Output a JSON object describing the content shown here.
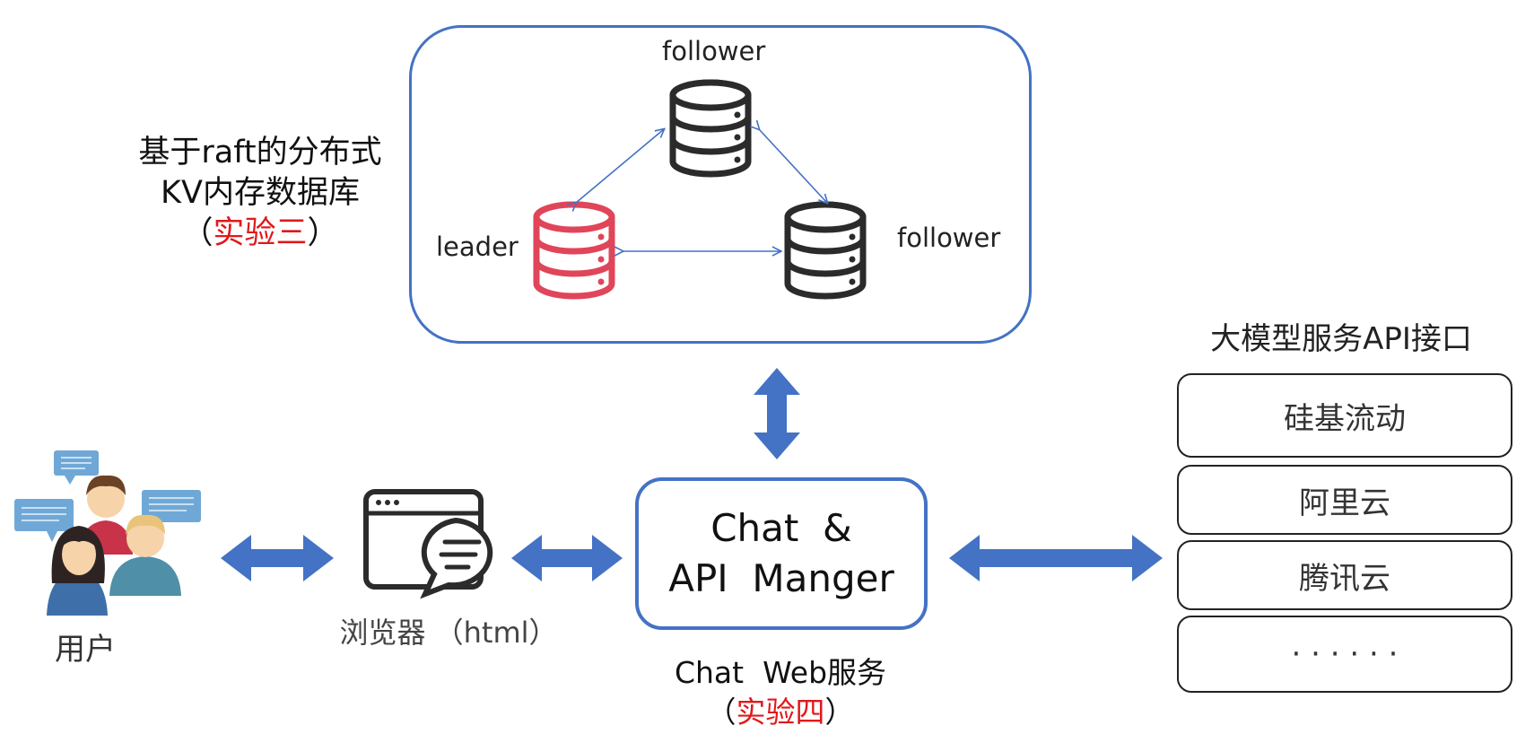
{
  "raft": {
    "title_line1": "基于raft的分布式",
    "title_line2": "KV内存数据库",
    "lab_open": "（",
    "lab_name": "实验三",
    "lab_close": "）",
    "nodes": {
      "top": "follower",
      "left": "leader",
      "right": "follower"
    },
    "leader_color": "#e0455a",
    "follower_color": "#2b2b2b"
  },
  "chat": {
    "line1": "Chat  &",
    "line2": "API  Manger",
    "caption": "Chat  Web服务",
    "lab_open": "（",
    "lab_name": "实验四",
    "lab_close": "）"
  },
  "user": {
    "label": "用户"
  },
  "browser": {
    "label": "浏览器 （html）"
  },
  "api": {
    "title": "大模型服务API接口",
    "providers": [
      "硅基流动",
      "阿里云",
      "腾讯云",
      "· · · · · ·"
    ]
  },
  "colors": {
    "accent": "#4472c4",
    "lab_red": "#e0191b"
  }
}
